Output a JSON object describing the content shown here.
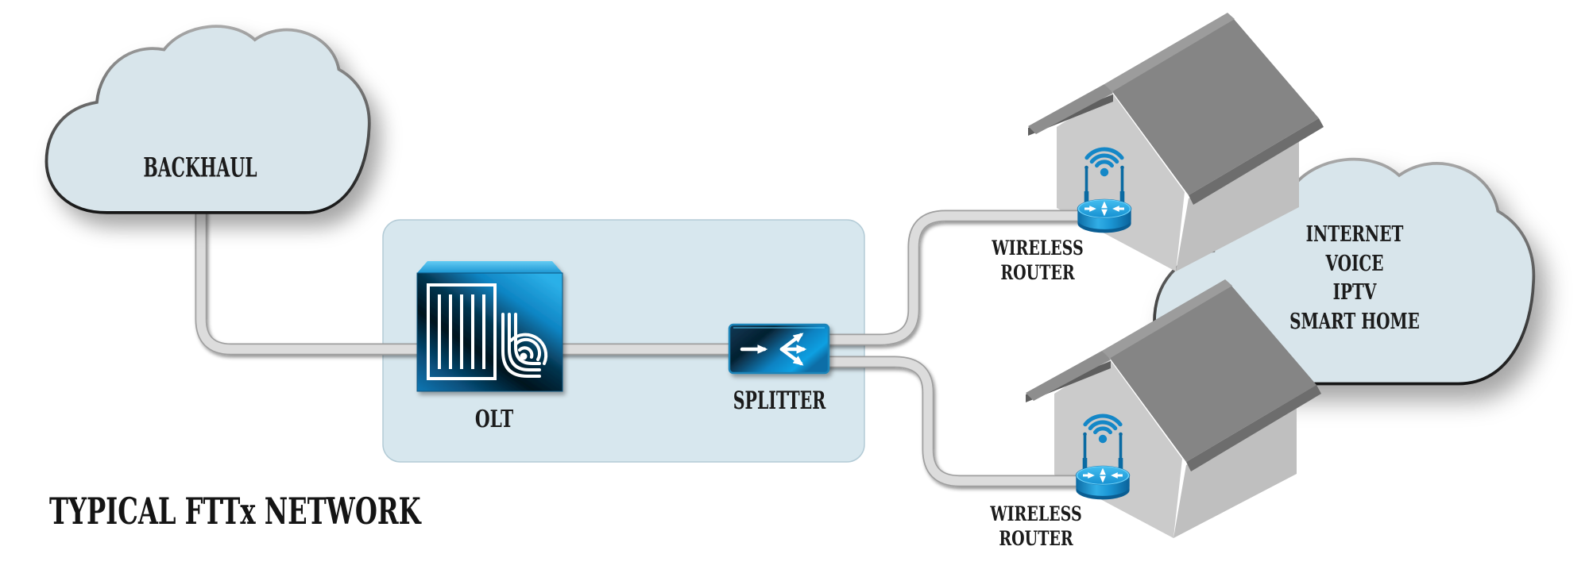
{
  "diagram": {
    "title": "TYPICAL FTTx NETWORK",
    "backhaul": {
      "label": "BACKHAUL"
    },
    "olt": {
      "label": "OLT"
    },
    "splitter": {
      "label": "SPLITTER"
    },
    "wireless_router_top": {
      "line1": "WIRELESS",
      "line2": "ROUTER"
    },
    "wireless_router_bottom": {
      "line1": "WIRELESS",
      "line2": "ROUTER"
    },
    "services_cloud": {
      "lines": [
        "INTERNET",
        "VOICE",
        "IPTV",
        "SMART HOME"
      ]
    }
  },
  "colors": {
    "cloud_fill": "#d8e5eb",
    "panel_fill": "#d7e7ee",
    "cable_fill": "#dcdcdc",
    "device_blue_bright": "#1e9fde",
    "device_blue_dark": "#03141e",
    "wifi_blue": "#1487c7",
    "roof_gray": "#858585",
    "wall_gray": "#cbcbcb",
    "text": "#1b1b1b"
  }
}
